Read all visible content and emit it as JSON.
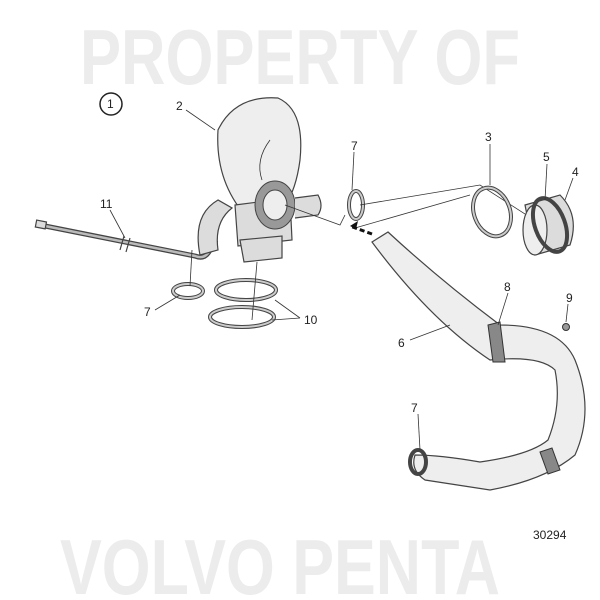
{
  "watermark": {
    "line1": "PROPERTY OF",
    "line2": "VOLVO PENTA"
  },
  "diagram_id": "30294",
  "callouts": {
    "view": "1",
    "p2": "2",
    "p3": "3",
    "p4": "4",
    "p5": "5",
    "p6": "6",
    "p7a": "7",
    "p7b": "7",
    "p7c": "7",
    "p8": "8",
    "p9": "9",
    "p10": "10",
    "p11": "11"
  }
}
